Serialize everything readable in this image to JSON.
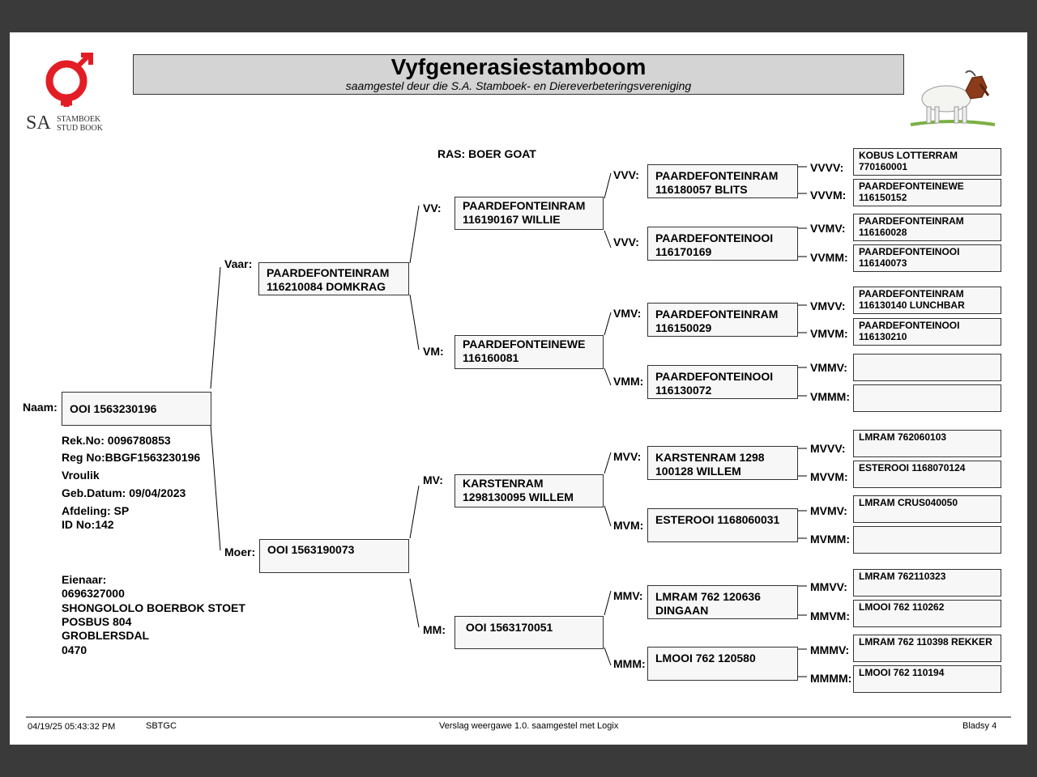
{
  "header": {
    "title": "Vyfgenerasiestamboom",
    "subtitle": "saamgestel deur die S.A. Stamboek- en Diereverbeteringsvereniging"
  },
  "logo": {
    "sa": "SA",
    "line1": "STAMBOEK",
    "line2": "STUD BOOK",
    "icon": "sa-studbook-symbol"
  },
  "breed": "RAS: BOER GOAT",
  "animal": {
    "naam_label": "Naam:",
    "id": "OOI 1563230196",
    "rek_no": "Rek.No: 0096780853",
    "reg_no": "Reg No:BBGF1563230196",
    "sex": "Vroulik",
    "birth_date": "Geb.Datum: 09/04/2023",
    "afdeling": "Afdeling: SP",
    "id_no": "ID No:142"
  },
  "owner": {
    "label": "Eienaar:",
    "number": "0696327000",
    "name": "SHONGOLOLO BOERBOK STOET",
    "address1": "POSBUS 804",
    "address2": "GROBLERSDAL",
    "code": "0470"
  },
  "pedigree": {
    "sire": {
      "label": "Vaar:",
      "text": "PAARDEFONTEINRAM\n116210084 DOMKRAG"
    },
    "dam": {
      "label": "Moer:",
      "text": "OOI 1563190073"
    },
    "gen3": [
      {
        "label": "VV:",
        "text": "PAARDEFONTEINRAM\n116190167 WILLIE"
      },
      {
        "label": "VM:",
        "text": "PAARDEFONTEINEWE\n116160081"
      },
      {
        "label": "MV:",
        "text": "KARSTENRAM\n1298130095 WILLEM"
      },
      {
        "label": "MM:",
        "text": " OOI 1563170051"
      }
    ],
    "gen4": [
      {
        "label": "VVV:",
        "text": "PAARDEFONTEINRAM\n116180057 BLITS"
      },
      {
        "label": "VVV:",
        "text": "PAARDEFONTEINOOI\n116170169"
      },
      {
        "label": "VMV:",
        "text": "PAARDEFONTEINRAM\n116150029"
      },
      {
        "label": "VMM:",
        "text": "PAARDEFONTEINOOI\n116130072"
      },
      {
        "label": "MVV:",
        "text": "KARSTENRAM 1298\n100128 WILLEM"
      },
      {
        "label": "MVM:",
        "text": "ESTEROOI 1168060031"
      },
      {
        "label": "MMV:",
        "text": "LMRAM 762 120636\nDINGAAN"
      },
      {
        "label": "MMM:",
        "text": "LMOOI 762 120580"
      }
    ],
    "gen5": [
      {
        "label": "VVVV:",
        "text": "KOBUS LOTTERRAM\n770160001"
      },
      {
        "label": "VVVM:",
        "text": "PAARDEFONTEINEWE\n116150152"
      },
      {
        "label": "VVMV:",
        "text": "PAARDEFONTEINRAM\n116160028"
      },
      {
        "label": "VVMM:",
        "text": "PAARDEFONTEINOOI\n116140073"
      },
      {
        "label": "VMVV:",
        "text": "PAARDEFONTEINRAM\n116130140 LUNCHBAR"
      },
      {
        "label": "VMVM:",
        "text": "PAARDEFONTEINOOI\n116130210"
      },
      {
        "label": "VMMV:",
        "text": ""
      },
      {
        "label": "VMMM:",
        "text": ""
      },
      {
        "label": "MVVV:",
        "text": "LMRAM 762060103"
      },
      {
        "label": "MVVM:",
        "text": "ESTEROOI 1168070124"
      },
      {
        "label": "MVMV:",
        "text": "LMRAM CRUS040050"
      },
      {
        "label": "MVMM:",
        "text": ""
      },
      {
        "label": "MMVV:",
        "text": "LMRAM 762110323"
      },
      {
        "label": "MMVM:",
        "text": "LMOOI 762 110262"
      },
      {
        "label": "MMMV:",
        "text": "LMRAM 762 110398 REKKER"
      },
      {
        "label": "MMMM:",
        "text": "LMOOI 762 110194"
      }
    ]
  },
  "footer": {
    "datetime": "04/19/25 05:43:32 PM",
    "code": "SBTGC",
    "report": "Verslag weergawe 1.0. saamgestel met Logix",
    "page": "Bladsy 4"
  },
  "goat_image": {
    "icon": "boer-goat-picture"
  }
}
